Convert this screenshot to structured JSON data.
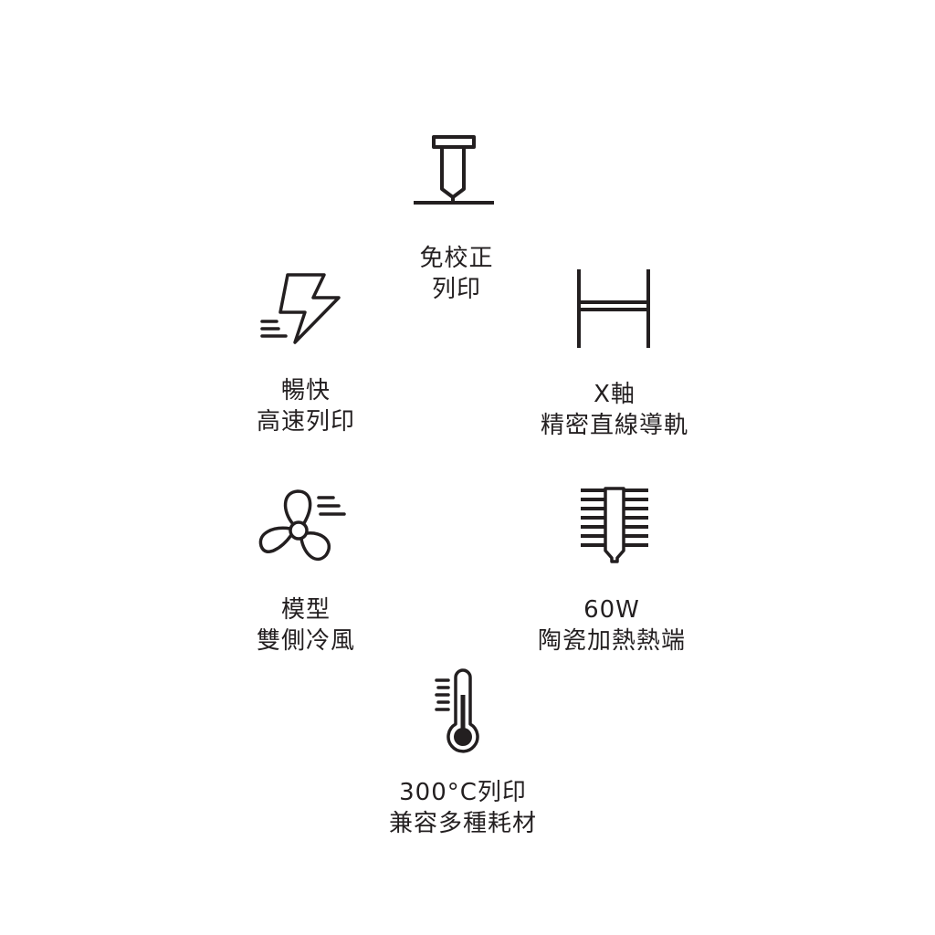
{
  "features": [
    {
      "id": "auto-level",
      "icon": "nozzle-bed-icon",
      "line1": "免校正",
      "line2": "列印"
    },
    {
      "id": "high-speed",
      "icon": "lightning-icon",
      "line1": "暢快",
      "line2": "高速列印"
    },
    {
      "id": "linear-rail",
      "icon": "rail-icon",
      "line1": "X軸",
      "line2": "精密直線導軌"
    },
    {
      "id": "dual-cooling",
      "icon": "fan-icon",
      "line1": "模型",
      "line2": "雙側冷風"
    },
    {
      "id": "hotend",
      "icon": "hotend-icon",
      "line1": "60W",
      "line2": "陶瓷加熱熱端"
    },
    {
      "id": "high-temp",
      "icon": "thermometer-icon",
      "line1": "300°C列印",
      "line2": "兼容多種耗材"
    }
  ],
  "colors": {
    "ink": "#231f20",
    "background": "#ffffff"
  }
}
